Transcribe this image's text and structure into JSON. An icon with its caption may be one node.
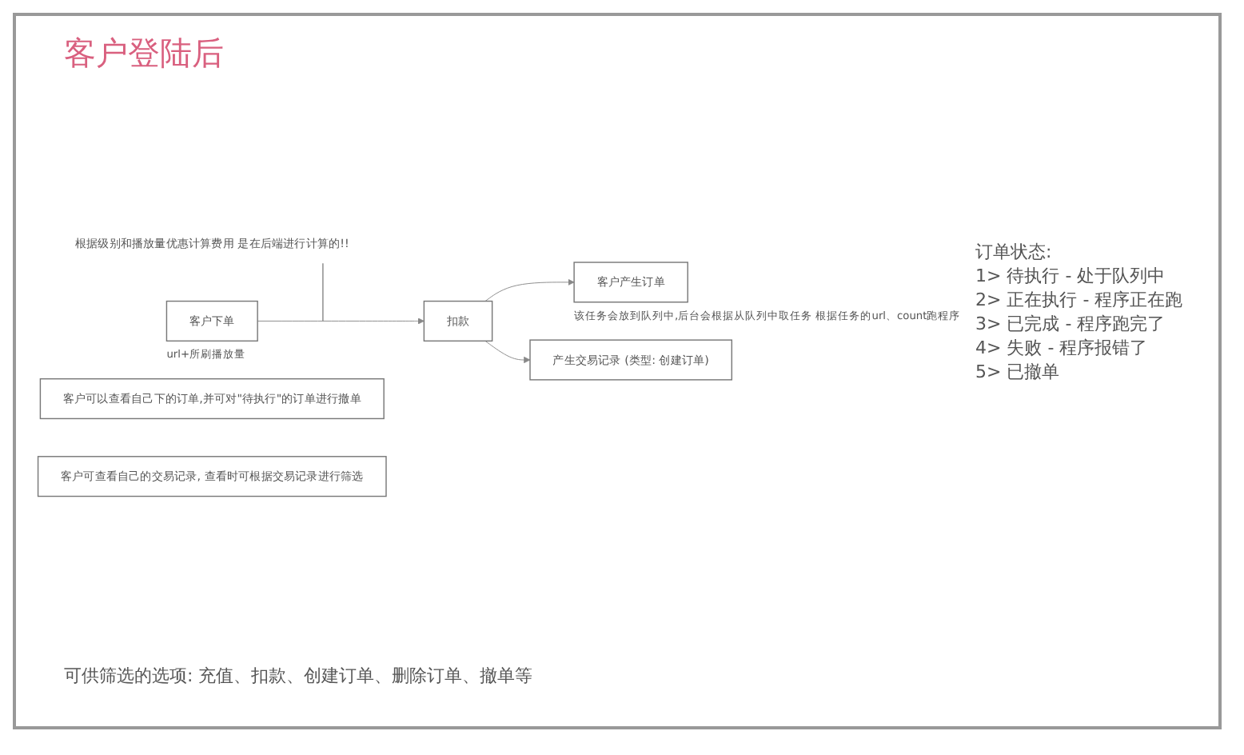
{
  "diagram": {
    "title": "客户登陆后",
    "nodes": [
      {
        "text": [
          "客户下单"
        ],
        "beside": [
          "url+所刷播放量"
        ]
      },
      {
        "text": [
          "扣款"
        ]
      },
      {
        "text": [
          "客户产生订单"
        ],
        "beside": [
          "该任务会放到队列中,后台会根据从队列中取任务 根据任务的url、count跑程序"
        ]
      },
      {
        "text": [
          "产生交易记录 (类型: 创建订单)"
        ]
      },
      {
        "text": [
          "客户可以查看自己下的订单,并可对\"待执行\"的订单进行撤单"
        ]
      },
      {
        "text": [
          "客户可查看自己的交易记录, 查看时可根据交易记录进行筛选"
        ]
      },
      {
        "text": [
          "根据级别和播放量优惠计算费用 是在后端进行计算的!!"
        ]
      }
    ],
    "edges": [
      {
        "from": 0,
        "to": 1,
        "arrow": "to"
      },
      {
        "from": 1,
        "to": 2,
        "arrow": "to"
      },
      {
        "from": 1,
        "to": 3,
        "arrow": "to"
      },
      {
        "from": 6,
        "to": null,
        "arrow": "none"
      }
    ],
    "labels": [
      "订单状态:",
      "1> 待执行 - 处于队列中",
      "2> 正在执行 - 程序正在跑",
      "3> 已完成 - 程序跑完了",
      "4> 失败 - 程序报错了",
      "5> 已撤单",
      "可供筛选的选项: 充值、扣款、创建订单、删除订单、撤单等"
    ]
  }
}
